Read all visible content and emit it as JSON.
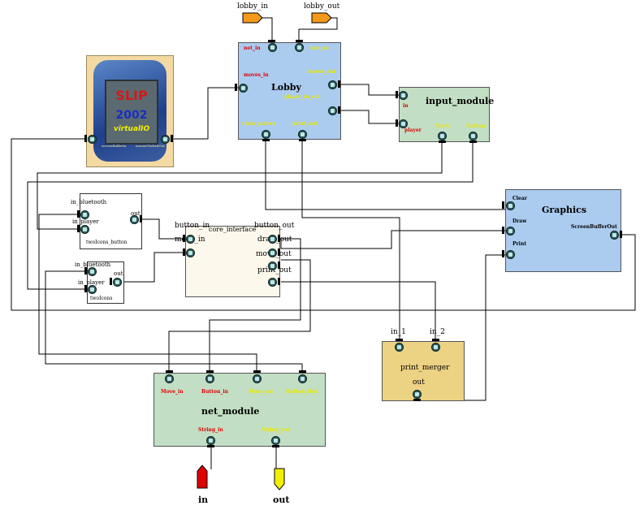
{
  "external": {
    "lobby_in": "lobby_in",
    "lobby_out": "lobby_out",
    "in": "in",
    "out": "out"
  },
  "blocks": {
    "lobby": {
      "title": "Lobby",
      "ports": {
        "net_in": "net_in",
        "net_out": "net_out",
        "moves_in": "moves_in",
        "moves_out": "moves_out",
        "player_in_out": "player_in_out",
        "clear_screen": "clear_screen",
        "print_out": "print_out"
      }
    },
    "input_module": {
      "title": "input_module",
      "ports": {
        "in": "in",
        "player": "player",
        "move": "Move",
        "button": "Button"
      }
    },
    "graphics": {
      "title": "Graphics",
      "ports": {
        "clear": "Clear",
        "draw": "Draw",
        "print": "Print",
        "screen_buffer_out": "ScreenBufferOut"
      }
    },
    "core_interface": {
      "title": "core_interface",
      "ports": {
        "button_in": "button_in",
        "move_in": "move_in",
        "button_out": "button_out",
        "draw_out": "draw_out",
        "move_out": "move_out",
        "print_out": "print_out"
      }
    },
    "two_icons_button": {
      "title": "twoIcons_button",
      "ports": {
        "in_bluetooth": "in_bluetooth",
        "in_player": "in_player",
        "out": "out"
      }
    },
    "two_icons": {
      "title": "twoIcons",
      "ports": {
        "in_bluetooth": "in_bluetooth",
        "in_player": "in_player",
        "out": "out"
      }
    },
    "print_merger": {
      "title": "print_merger",
      "ports": {
        "in_1": "in_1",
        "in_2": "in_2",
        "out": "out"
      }
    },
    "net_module": {
      "title": "net_module",
      "ports": {
        "move_in": "Move_in",
        "button_in": "Button_in",
        "move_out": "Move_out",
        "button_out": "Button_Out",
        "string_in": "String_in",
        "string_out": "String_out"
      }
    },
    "virtualio": {
      "brand": "SLIP",
      "year": "2002",
      "name": "virtualIO",
      "port_in": "screenBufferIn",
      "port_out": "mouseClickedOut"
    }
  },
  "colors": {
    "lobby_fill": "#abcbef",
    "graphics_fill": "#abcbef",
    "input_module_fill": "#c2dec4",
    "net_module_fill": "#c2dec4",
    "core_interface_fill": "#fdf8ec",
    "print_merger_fill": "#ecd283",
    "input_label_red": "#e00000",
    "output_label_yellow": "#e8e800",
    "external_in": "#e00000",
    "external_out": "#f0f000",
    "lobby_terminals": "#f39a1a"
  }
}
